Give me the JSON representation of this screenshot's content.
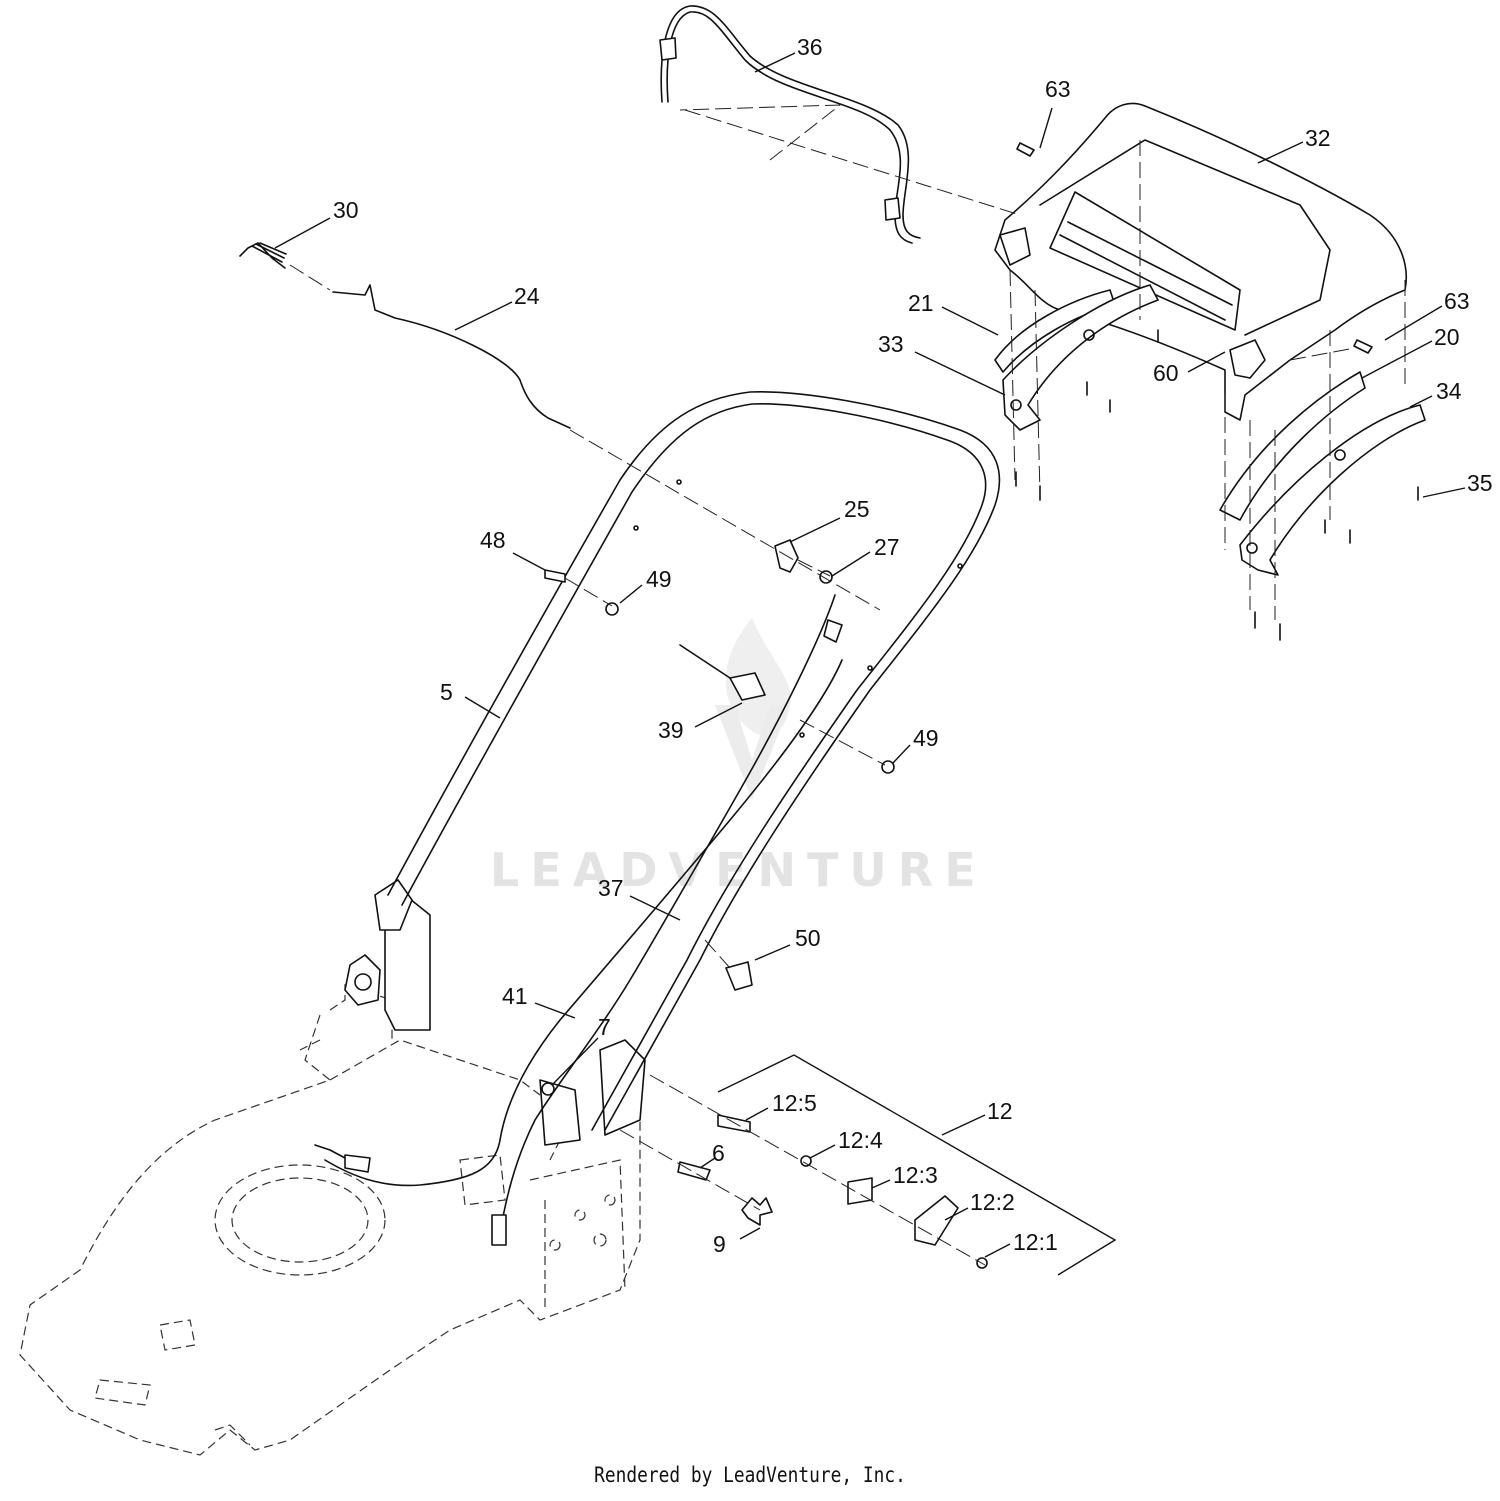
{
  "watermark": "LEADVENTURE",
  "footer": "Rendered by LeadVenture, Inc.",
  "callouts": {
    "c36": "36",
    "c63a": "63",
    "c32": "32",
    "c30": "30",
    "c24": "24",
    "c21": "21",
    "c33": "33",
    "c60": "60",
    "c63b": "63",
    "c20": "20",
    "c34": "34",
    "c35": "35",
    "c25": "25",
    "c48": "48",
    "c27": "27",
    "c49a": "49",
    "c5": "5",
    "c39": "39",
    "c49b": "49",
    "c37": "37",
    "c50": "50",
    "c41": "41",
    "c7": "7",
    "c12": "12",
    "c12_5": "12:5",
    "c12_4": "12:4",
    "c6": "6",
    "c12_3": "12:3",
    "c12_2": "12:2",
    "c9": "9",
    "c12_1": "12:1"
  }
}
